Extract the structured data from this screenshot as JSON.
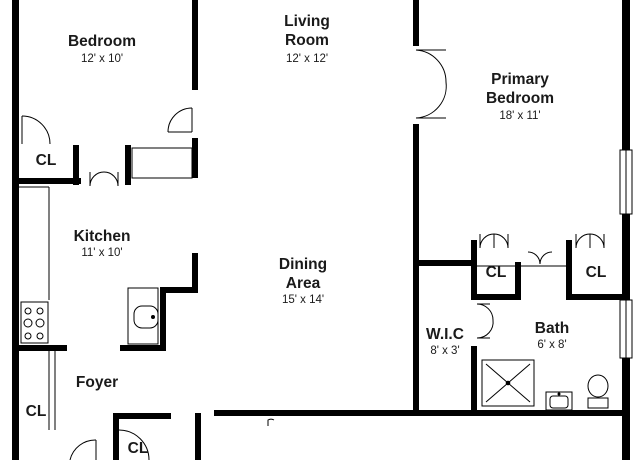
{
  "rooms": {
    "bedroom": {
      "name": "Bedroom",
      "dims": "12' x 10'"
    },
    "living": {
      "name_line1": "Living",
      "name_line2": "Room",
      "dims": "12' x 12'"
    },
    "primary": {
      "name_line1": "Primary",
      "name_line2": "Bedroom",
      "dims": "18' x 11'"
    },
    "kitchen": {
      "name": "Kitchen",
      "dims": "11' x 10'"
    },
    "dining": {
      "name_line1": "Dining",
      "name_line2": "Area",
      "dims": "15' x 14'"
    },
    "wic": {
      "name": "W.I.C",
      "dims": "8' x 3'"
    },
    "bath": {
      "name": "Bath",
      "dims": "6' x 8'"
    },
    "foyer": {
      "name": "Foyer"
    }
  },
  "closet_label": "CL"
}
